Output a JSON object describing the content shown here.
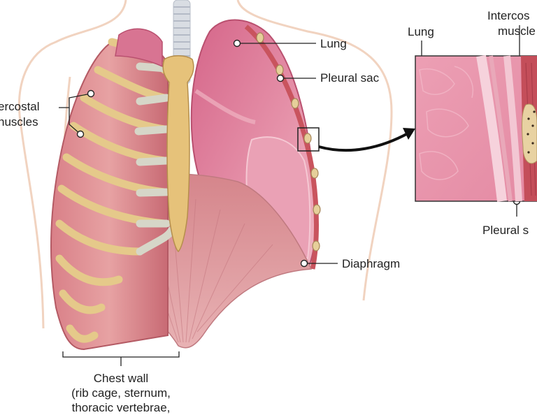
{
  "diagram": {
    "labels": {
      "intercostal_left_line1": "ercostal",
      "intercostal_left_line2": "nuscles",
      "lung_main": "Lung",
      "pleural_sac_main": "Pleural sac",
      "diaphragm": "Diaphragm",
      "chest_wall_line1": "Chest wall",
      "chest_wall_line2": "(rib cage, sternum,",
      "chest_wall_line3": "thoracic vertebrae,",
      "inset_lung": "Lung",
      "inset_intercostal_line1": "Intercos",
      "inset_intercostal_line2": "muscle",
      "inset_pleural_sac": "Pleural s"
    },
    "colors": {
      "lung": "#d9718f",
      "lung_light": "#e89aae",
      "muscle": "#c96470",
      "bone": "#e3c07a",
      "cartilage": "#d3d3c6",
      "outline_skin": "#f2d2c0",
      "leader_line": "#222222"
    }
  }
}
